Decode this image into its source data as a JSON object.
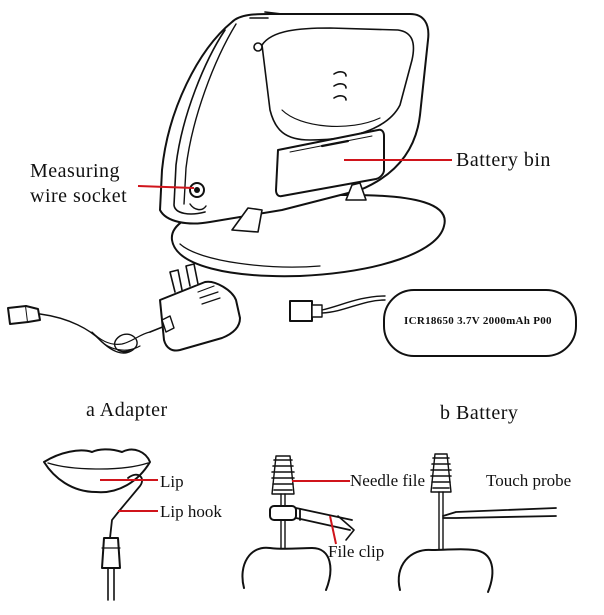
{
  "labels": {
    "measuring_wire_socket_line1": "Measuring",
    "measuring_wire_socket_line2": "wire socket",
    "battery_bin": "Battery bin",
    "battery_marking": "ICR18650  3.7V  2000mAh  P00",
    "caption_a": "a   Adapter",
    "caption_b": "b   Battery",
    "lip": "Lip",
    "lip_hook": "Lip hook",
    "needle_file": "Needle file",
    "file_clip": "File clip",
    "touch_probe": "Touch probe"
  },
  "colors": {
    "leader_line": "#d0141b",
    "ink": "#111111"
  }
}
